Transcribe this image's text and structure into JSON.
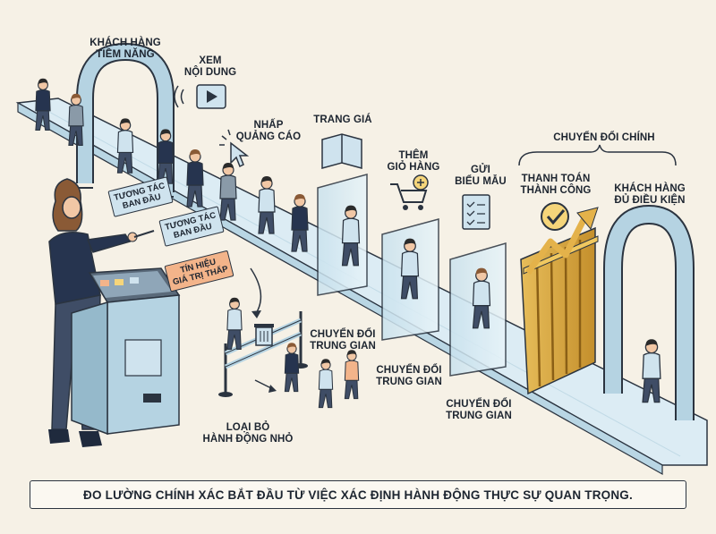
{
  "labels": {
    "prospects": "KHÁCH HÀNG\nTIỀM NĂNG",
    "view_content": "XEM\nNỘI DUNG",
    "click_ad": "NHẤP\nQUẢNG CÁO",
    "pricing_page": "TRANG GIÁ",
    "add_to_cart": "THÊM\nGIỎ HÀNG",
    "submit_form": "GỬI\nBIỂU MẪU",
    "primary_conversion": "CHUYỂN ĐỔI CHÍNH",
    "payment_success": "THANH TOÁN\nTHÀNH CÔNG",
    "qualified_customer": "KHÁCH HÀNG\nĐỦ ĐIỀU KIỆN",
    "micro_conv_1": "CHUYỂN ĐỔI\nTRUNG GIAN",
    "micro_conv_2": "CHUYỂN ĐỔI\nTRUNG GIAN",
    "micro_conv_3": "CHUYỂN ĐỔI\nTRUNG GIAN",
    "discard_minor": "LOẠI BỎ\nHÀNH ĐỘNG NHỎ"
  },
  "tags": {
    "initial_interaction_1": "TƯƠNG TÁC\nBAN ĐẦU",
    "initial_interaction_2": "TƯƠNG TÁC\nBAN ĐẦU",
    "low_value_signal": "TÍN HIỆU\nGIÁ TRỊ THẤP"
  },
  "caption": "ĐO LƯỜNG CHÍNH XÁC BẮT ĐẦU TỪ VIỆC XÁC ĐỊNH HÀNH ĐỘNG THỰC SỰ QUAN TRỌNG.",
  "colors": {
    "background": "#f6f1e6",
    "walkway": "#dcecf4",
    "glass": "#d6ebf3",
    "gold": "#d9a640",
    "navy": "#26344f",
    "orange_tag": "#f3b48a",
    "blue_tag": "#cfe3ee"
  },
  "icons": [
    "play-icon",
    "cursor-icon",
    "book-icon",
    "cart-icon",
    "form-icon",
    "trash-icon",
    "check-icon",
    "growth-arrow-icon"
  ]
}
